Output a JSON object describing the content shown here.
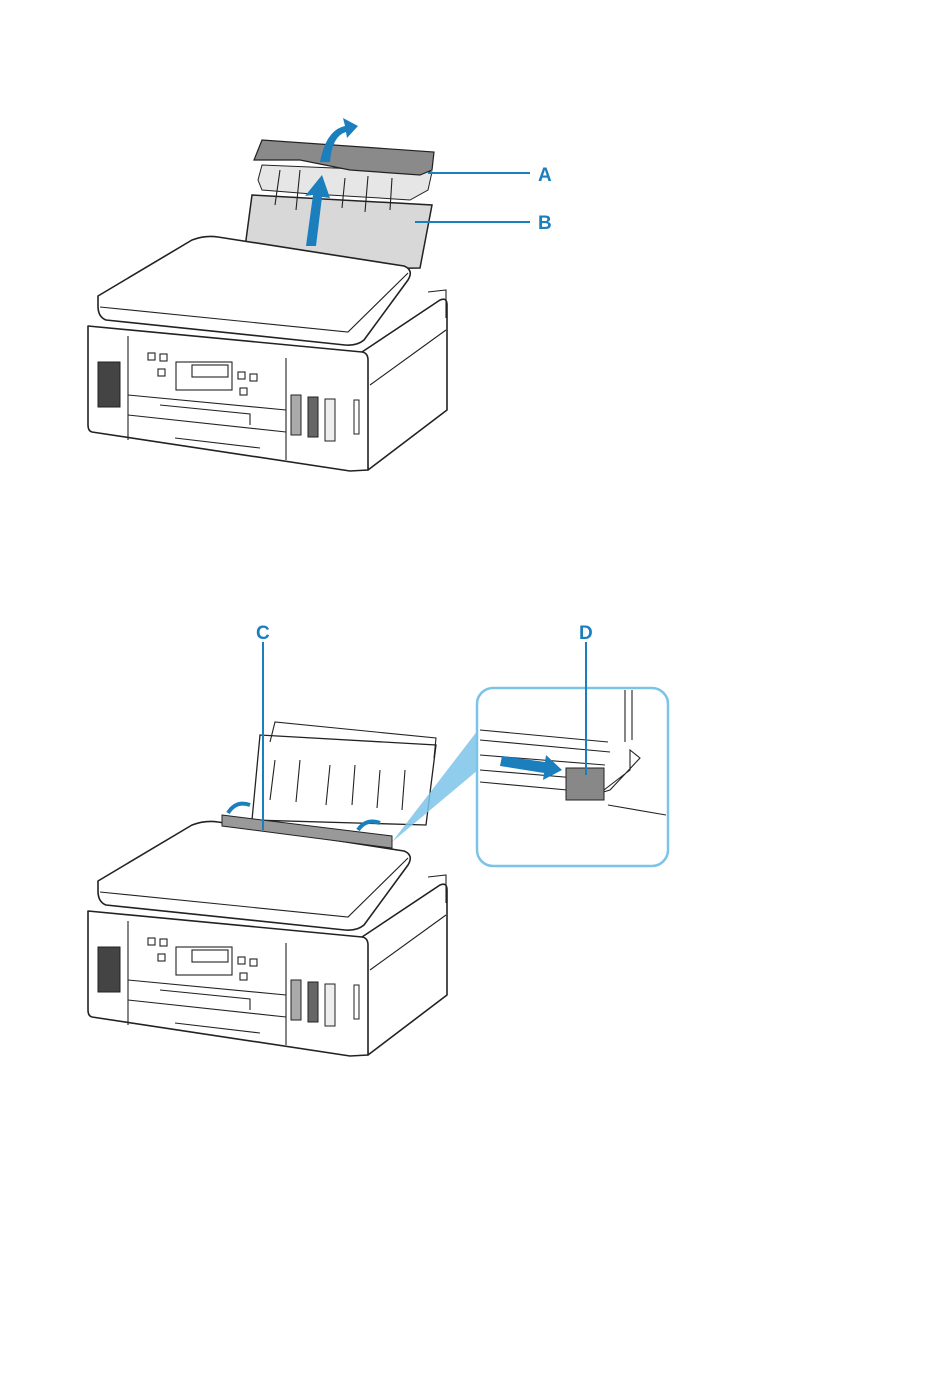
{
  "figures": [
    {
      "id": "figure-1",
      "labels": {
        "a": "A",
        "b": "B"
      }
    },
    {
      "id": "figure-2",
      "labels": {
        "c": "C",
        "d": "D"
      }
    }
  ],
  "colors": {
    "accent": "#1b7fbd",
    "callout": "#7cc3e8"
  }
}
